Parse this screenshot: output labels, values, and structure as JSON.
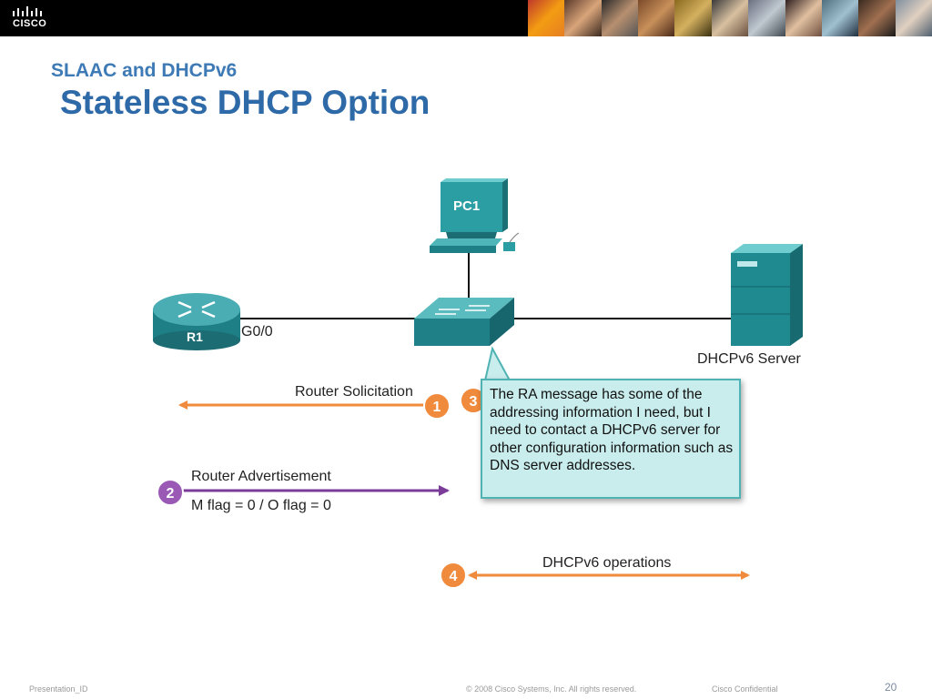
{
  "header": {
    "logo_text": "CISCO"
  },
  "slide": {
    "subtitle": "SLAAC and DHCPv6",
    "title": "Stateless DHCP Option"
  },
  "diagram": {
    "pc_label": "PC1",
    "router_label": "R1",
    "interface_label": "G0/0",
    "server_label": "DHCPv6 Server",
    "steps": [
      {
        "num": "1",
        "label": "Router Solicitation",
        "color": "#f08a3c"
      },
      {
        "num": "2",
        "label": "Router Advertisement",
        "sublabel": "M flag = 0 / O flag = 0",
        "color": "#7b3c99"
      },
      {
        "num": "3",
        "callout": "The RA message has some of the addressing information I need, but I need to contact a DHCPv6 server for other configuration information such as DNS server addresses.",
        "color": "#f08a3c"
      },
      {
        "num": "4",
        "label": "DHCPv6 operations",
        "color": "#f08a3c"
      }
    ]
  },
  "footer": {
    "presentation_id": "Presentation_ID",
    "copyright": "© 2008 Cisco Systems, Inc. All rights reserved.",
    "confidential": "Cisco Confidential",
    "page_number": "20"
  }
}
